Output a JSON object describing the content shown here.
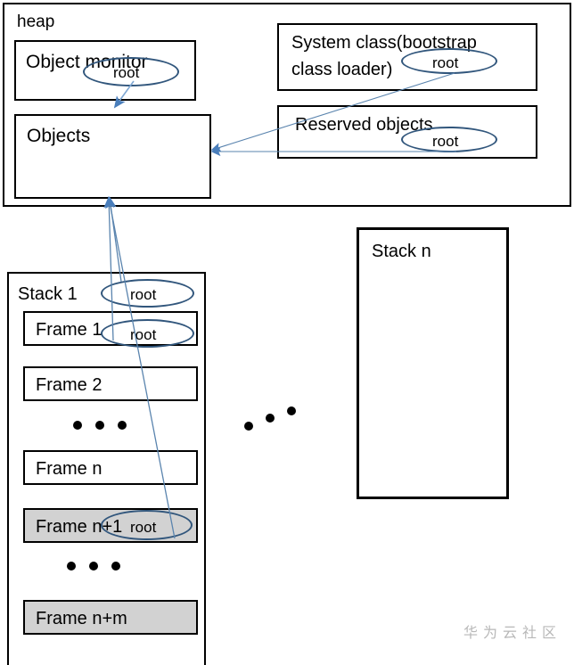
{
  "diagram": {
    "title_label": "heap",
    "heap": {
      "label": "heap",
      "object_monitor": {
        "label": "Object monitor",
        "root_label": "root"
      },
      "objects": {
        "label": "Objects"
      },
      "system_class": {
        "label_line1": "System class(bootstrap",
        "label_line2": "class loader)",
        "root_label": "root"
      },
      "reserved_objects": {
        "label": "Reserved objects",
        "root_label": "root"
      }
    },
    "stack1": {
      "label": "Stack 1",
      "root_label": "root",
      "frames": [
        {
          "label": "Frame 1",
          "gray": false,
          "root_label": "root"
        },
        {
          "label": "Frame 2",
          "gray": false
        },
        {
          "label": "Frame n",
          "gray": false
        },
        {
          "label": "Frame n+1",
          "gray": true,
          "root_label": "root"
        },
        {
          "label": "Frame n+m",
          "gray": true
        }
      ],
      "ellipsis_label": "• • •"
    },
    "stackn": {
      "label": "Stack n"
    },
    "between_stacks_ellipsis": "• • •",
    "watermark": "华为云社区",
    "colors": {
      "box_border": "#000000",
      "arrow": "#4a7ebb",
      "root_ellipse": "#31567c",
      "gray_frame_fill": "#d2d2d2",
      "watermark": "#b8b8b8",
      "background": "#ffffff"
    }
  }
}
